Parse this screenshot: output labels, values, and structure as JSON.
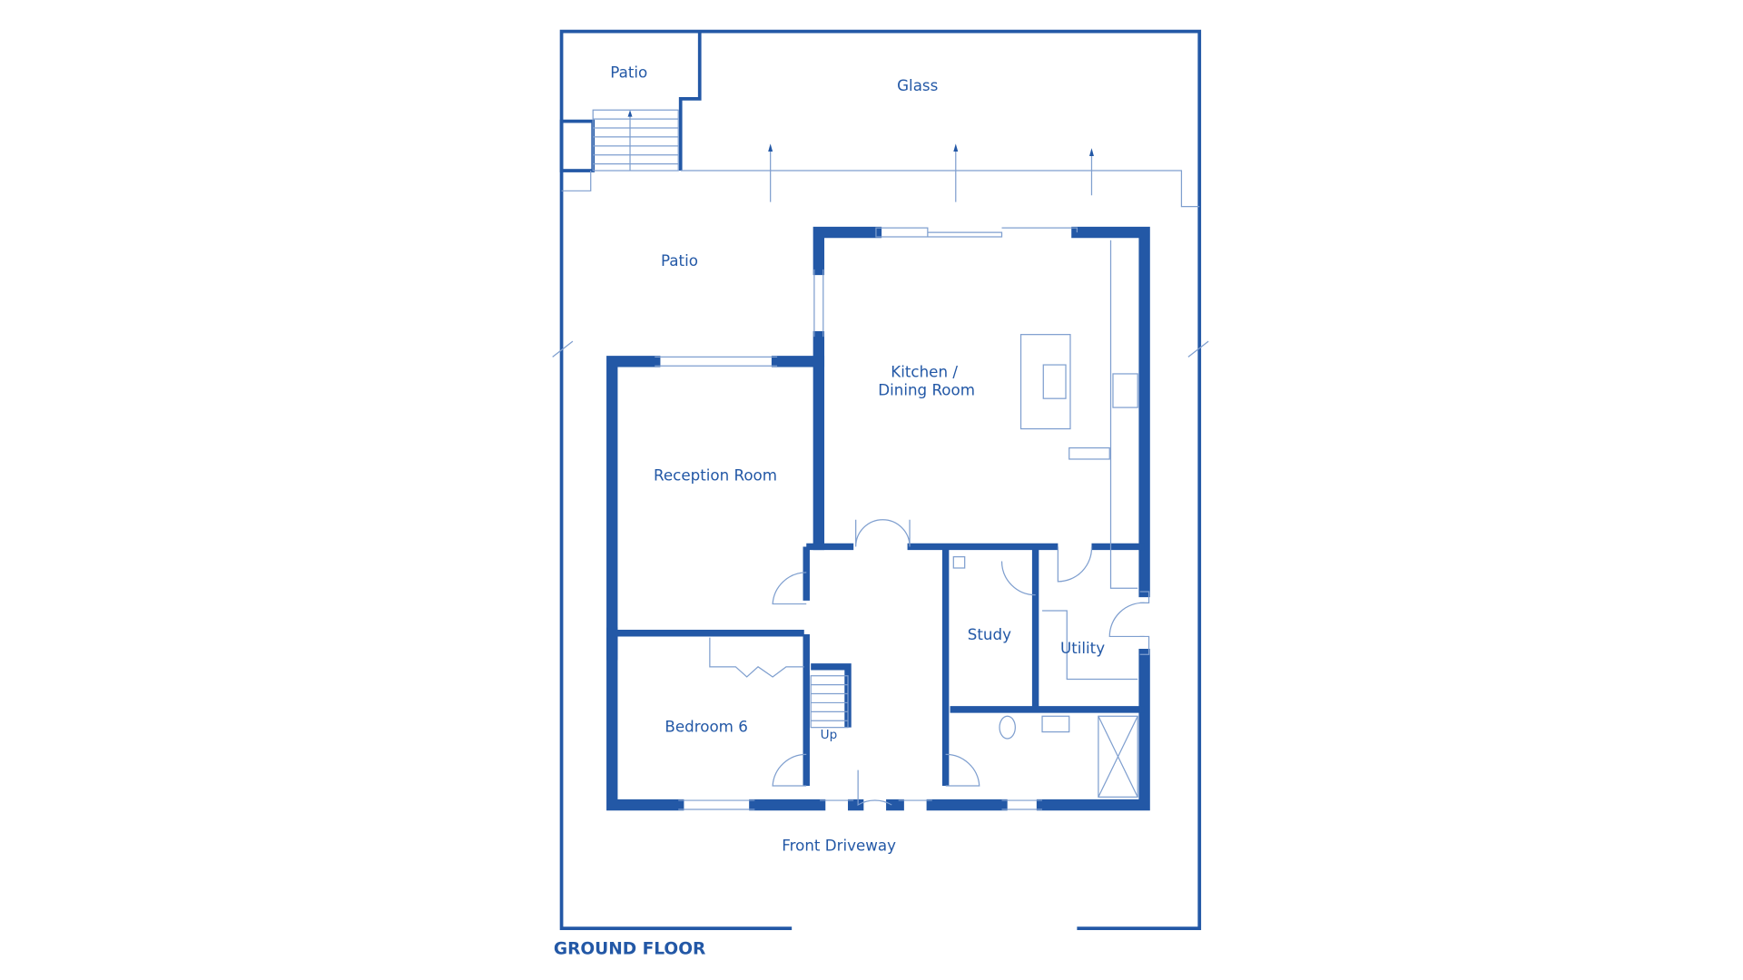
{
  "plan": {
    "title": "GROUND FLOOR",
    "color": "#2358a6",
    "rooms": {
      "patio_top": "Patio",
      "glass": "Glass",
      "patio": "Patio",
      "kitchen_line1": "Kitchen /",
      "kitchen_line2": "Dining Room",
      "reception": "Reception Room",
      "study": "Study",
      "utility": "Utility",
      "bedroom6": "Bedroom 6",
      "stairs_up": "Up",
      "driveway": "Front Driveway"
    }
  }
}
